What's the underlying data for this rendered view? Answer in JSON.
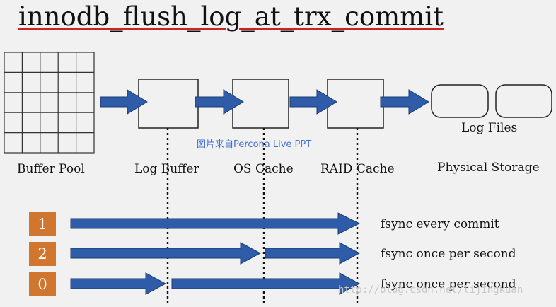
{
  "title": "innodb_flush_log_at_trx_commit",
  "credit": "图片来自Percona Live PPT",
  "components": {
    "buffer_pool": "Buffer Pool",
    "log_buffer": "Log Buffer",
    "os_cache": "OS Cache",
    "raid_cache": "RAID Cache",
    "physical_storage": "Physical Storage",
    "log_files": "Log Files"
  },
  "modes": [
    {
      "value": "1",
      "description": "fsync every commit"
    },
    {
      "value": "2",
      "description": "fsync once per second"
    },
    {
      "value": "0",
      "description": "fsync once per second"
    }
  ],
  "watermark": "http://blog.csdn.net/lijingkuan",
  "colors": {
    "arrow_fill": "#2f5ca8",
    "arrow_stroke": "#1d3d73",
    "mode_badge": "#d1762e",
    "title_underline": "#cc2222"
  }
}
